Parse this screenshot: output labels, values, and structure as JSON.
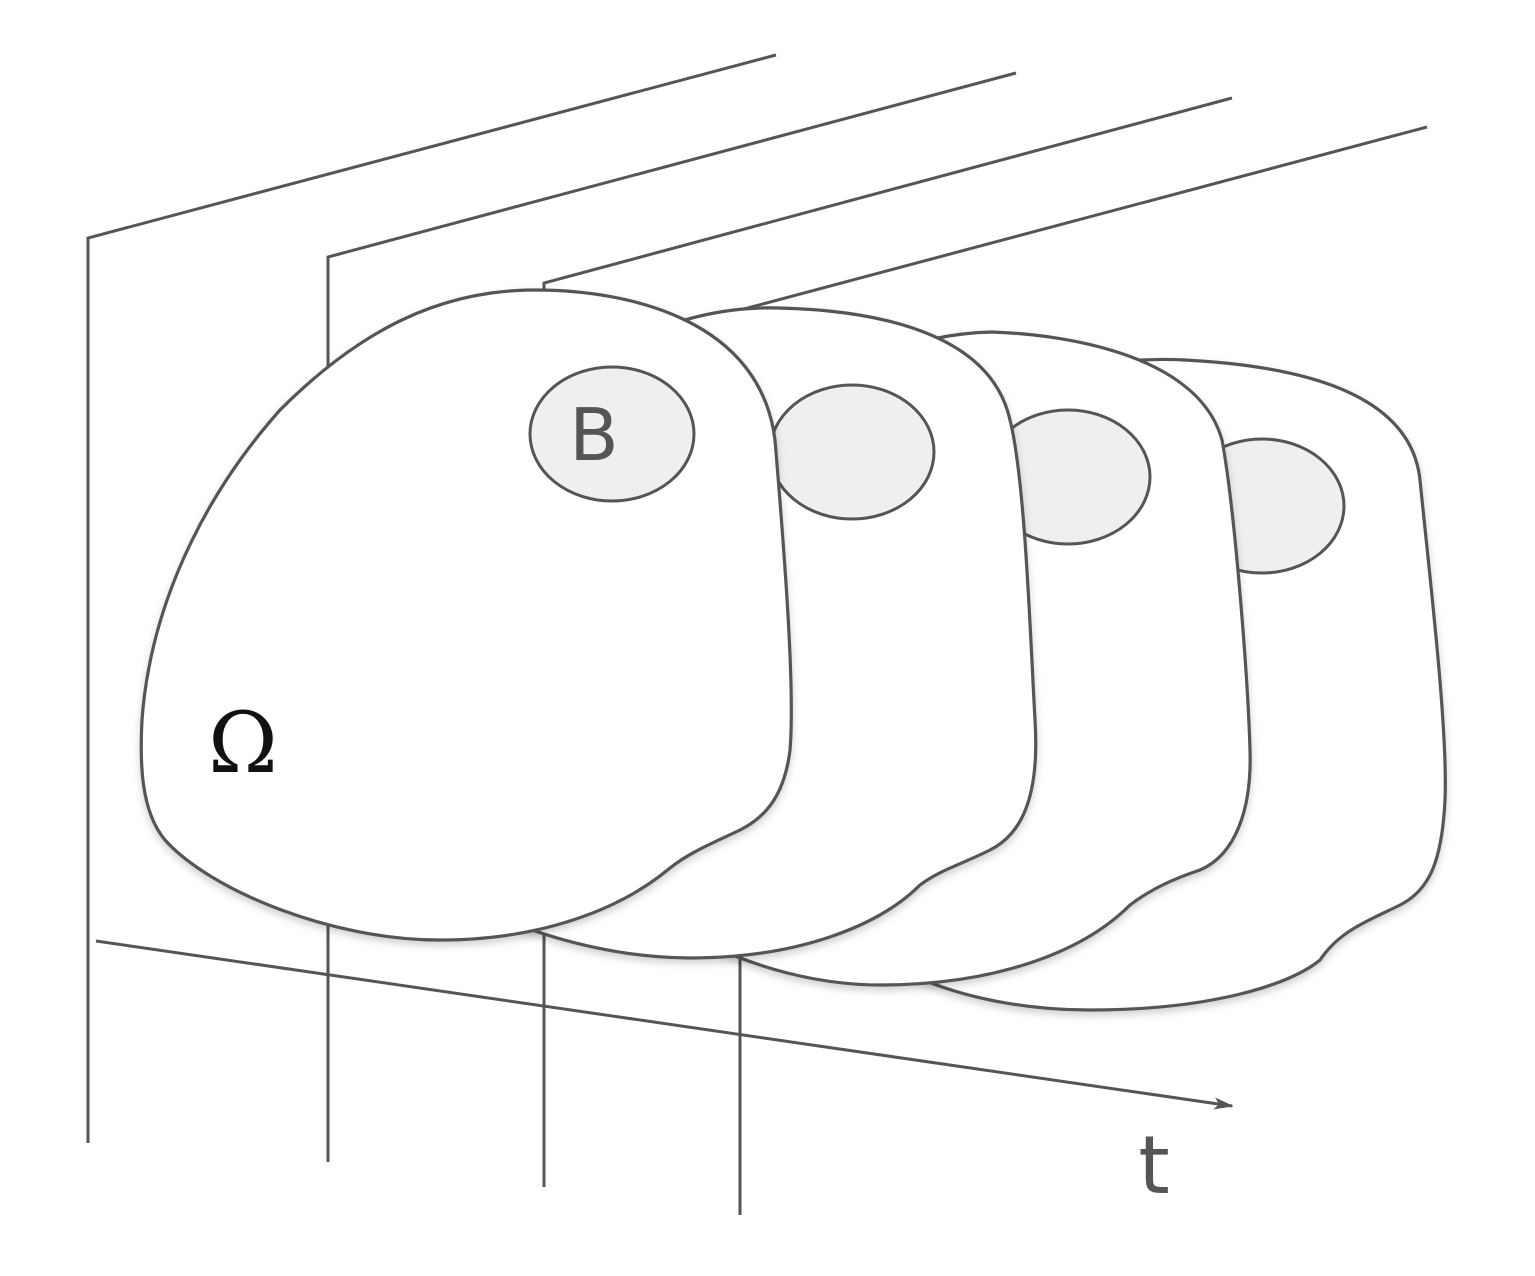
{
  "labels": {
    "domain": "Ω",
    "set": "B",
    "time_axis": "t"
  },
  "colors": {
    "stroke": "#555555",
    "blob_fill": "#efefef",
    "background": "#ffffff"
  }
}
